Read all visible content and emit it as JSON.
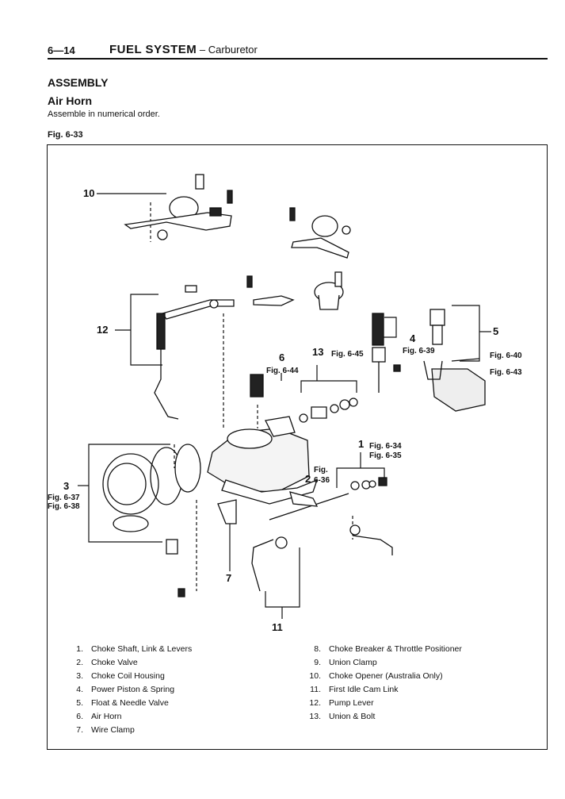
{
  "header": {
    "page_number": "6—14",
    "section": "FUEL SYSTEM",
    "subsection": " – Carburetor"
  },
  "content": {
    "heading": "ASSEMBLY",
    "subheading": "Air Horn",
    "instruction": "Assemble in numerical order.",
    "figure_label": "Fig. 6-33"
  },
  "figure": {
    "callouts": {
      "c10": "10",
      "c12": "12",
      "c6": "6",
      "c6_ref": "Fig. 6-44",
      "c13": "13",
      "c13_ref": "Fig. 6-45",
      "c4": "4",
      "c4_ref": "Fig. 6-39",
      "c5": "5",
      "c5_ref_a": "Fig. 6-40",
      "c5_ref_b": "Fig. 6-43",
      "c1": "1",
      "c1_ref_a": "Fig. 6-34",
      "c1_ref_b": "Fig. 6-35",
      "c2_ref_a": "Fig.",
      "c2": "2",
      "c2_ref_b": "6-36",
      "c3": "3",
      "c3_ref_a": "Fig. 6-37",
      "c3_ref_b": "Fig. 6-38",
      "c7": "7",
      "c11": "11"
    },
    "legend_left": [
      {
        "num": "1.",
        "text": "Choke Shaft, Link & Levers"
      },
      {
        "num": "2.",
        "text": "Choke Valve"
      },
      {
        "num": "3.",
        "text": "Choke Coil Housing"
      },
      {
        "num": "4.",
        "text": "Power Piston & Spring"
      },
      {
        "num": "5.",
        "text": "Float & Needle Valve"
      },
      {
        "num": "6.",
        "text": "Air Horn"
      },
      {
        "num": "7.",
        "text": "Wire Clamp"
      }
    ],
    "legend_right": [
      {
        "num": "8.",
        "text": "Choke Breaker & Throttle Positioner"
      },
      {
        "num": "9.",
        "text": "Union Clamp"
      },
      {
        "num": "10.",
        "text": "Choke Opener (Australia Only)"
      },
      {
        "num": "11.",
        "text": "First Idle Cam Link"
      },
      {
        "num": "12.",
        "text": "Pump Lever"
      },
      {
        "num": "13.",
        "text": "Union & Bolt"
      }
    ]
  }
}
